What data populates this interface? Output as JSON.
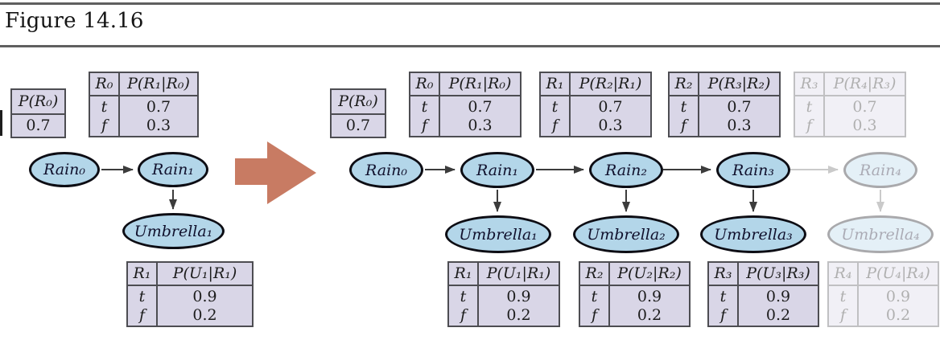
{
  "figure": {
    "title": "Figure 14.16"
  },
  "colors": {
    "table_bg": "#d9d6e7",
    "table_border": "#4d4d52",
    "node_fill": "#b3d6e9",
    "node_border": "#0d0d14",
    "edge": "#3c3c3c",
    "faded_edge": "#cacaca",
    "big_arrow": "#c87b63"
  },
  "icons": {
    "big_arrow": "right-arrow"
  },
  "left": {
    "prior": {
      "header": "P(R₀)",
      "value": "0.7"
    },
    "trans": {
      "var": "R₀",
      "header": "P(R₁|R₀)",
      "rows": [
        {
          "cond": "t",
          "val": "0.7"
        },
        {
          "cond": "f",
          "val": "0.3"
        }
      ]
    },
    "sensor": {
      "var": "R₁",
      "header": "P(U₁|R₁)",
      "rows": [
        {
          "cond": "t",
          "val": "0.9"
        },
        {
          "cond": "f",
          "val": "0.2"
        }
      ]
    },
    "nodes": {
      "rain0": "Rain₀",
      "rain1": "Rain₁",
      "umbrella1": "Umbrella₁"
    }
  },
  "right": {
    "prior": {
      "header": "P(R₀)",
      "value": "0.7"
    },
    "trans": [
      {
        "var": "R₀",
        "header": "P(R₁|R₀)",
        "rows": [
          {
            "cond": "t",
            "val": "0.7"
          },
          {
            "cond": "f",
            "val": "0.3"
          }
        ]
      },
      {
        "var": "R₁",
        "header": "P(R₂|R₁)",
        "rows": [
          {
            "cond": "t",
            "val": "0.7"
          },
          {
            "cond": "f",
            "val": "0.3"
          }
        ]
      },
      {
        "var": "R₂",
        "header": "P(R₃|R₂)",
        "rows": [
          {
            "cond": "t",
            "val": "0.7"
          },
          {
            "cond": "f",
            "val": "0.3"
          }
        ]
      },
      {
        "var": "R₃",
        "header": "P(R₄|R₃)",
        "rows": [
          {
            "cond": "t",
            "val": "0.7"
          },
          {
            "cond": "f",
            "val": "0.3"
          }
        ]
      }
    ],
    "sensor": [
      {
        "var": "R₁",
        "header": "P(U₁|R₁)",
        "rows": [
          {
            "cond": "t",
            "val": "0.9"
          },
          {
            "cond": "f",
            "val": "0.2"
          }
        ]
      },
      {
        "var": "R₂",
        "header": "P(U₂|R₂)",
        "rows": [
          {
            "cond": "t",
            "val": "0.9"
          },
          {
            "cond": "f",
            "val": "0.2"
          }
        ]
      },
      {
        "var": "R₃",
        "header": "P(U₃|R₃)",
        "rows": [
          {
            "cond": "t",
            "val": "0.9"
          },
          {
            "cond": "f",
            "val": "0.2"
          }
        ]
      },
      {
        "var": "R₄",
        "header": "P(U₄|R₄)",
        "rows": [
          {
            "cond": "t",
            "val": "0.9"
          },
          {
            "cond": "f",
            "val": "0.2"
          }
        ]
      }
    ],
    "rains": [
      "Rain₀",
      "Rain₁",
      "Rain₂",
      "Rain₃",
      "Rain₄"
    ],
    "umbrellas": [
      "Umbrella₁",
      "Umbrella₂",
      "Umbrella₃",
      "Umbrella₄"
    ]
  }
}
